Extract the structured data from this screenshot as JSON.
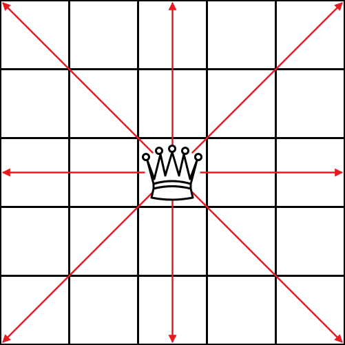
{
  "board": {
    "rows": 5,
    "cols": 5,
    "line_color": "#000000",
    "background": "#ffffff"
  },
  "piece": {
    "icon": "queen-icon",
    "color": "#000000",
    "square": {
      "row": 2,
      "col": 2
    }
  },
  "moves": {
    "arrow_color": "#e8191f",
    "directions": [
      "north",
      "north-east",
      "east",
      "south-east",
      "south",
      "south-west",
      "west",
      "north-west"
    ]
  }
}
